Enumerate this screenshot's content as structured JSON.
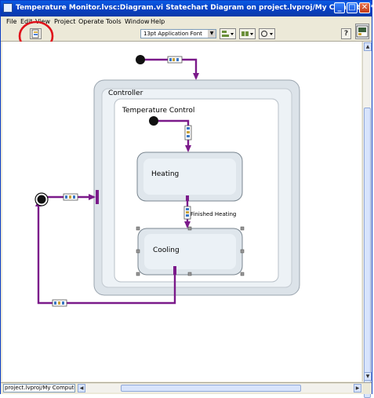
{
  "window": {
    "title": "Temperature Monitor.lvsc:Diagram.vi Statechart Diagram on project.lvproj/My Computer *",
    "controls": [
      "_",
      "□",
      "✕"
    ]
  },
  "menu": {
    "items": [
      "File",
      "Edit",
      "View",
      "Project",
      "Operate",
      "Tools",
      "Window",
      "Help"
    ]
  },
  "toolbar": {
    "font_select": "13pt Application Font",
    "help_label": "?"
  },
  "diagram": {
    "outer_region": "Controller",
    "inner_region": "Temperature Control",
    "state_heating": "Heating",
    "state_cooling": "Cooling",
    "transition_label": "Finished Heating"
  },
  "status": {
    "path": "project.lvproj/My Computer"
  },
  "colors": {
    "wire": "#7b1a8a",
    "titlebar": "#0a5be4",
    "annotation_circle": "#e0101a"
  }
}
